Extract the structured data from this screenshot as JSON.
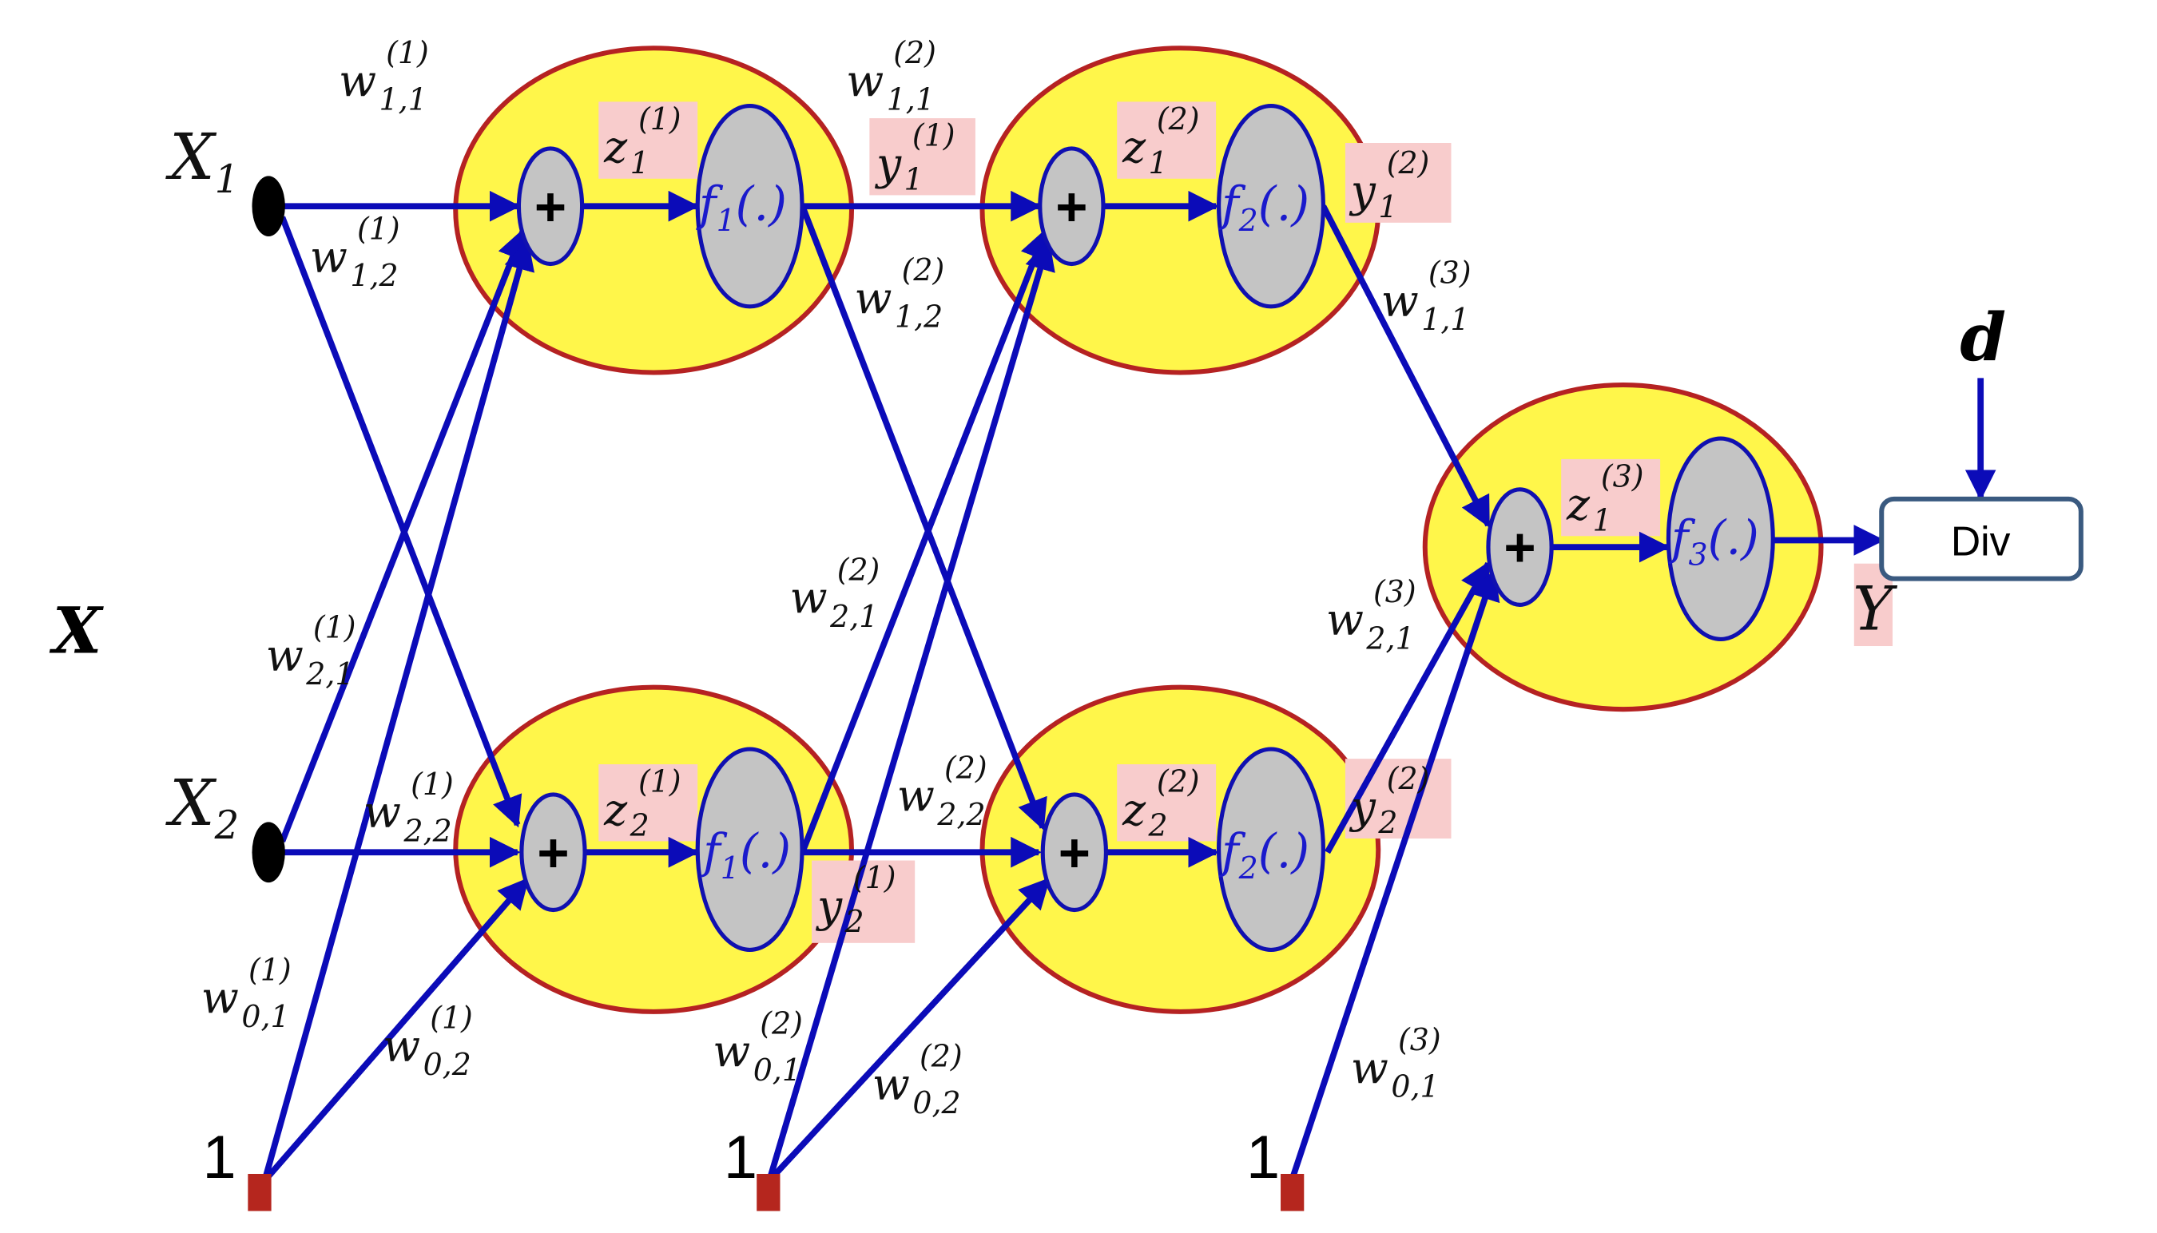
{
  "inputs": {
    "x_vector": "X",
    "x1": {
      "base": "X",
      "sub": "1"
    },
    "x2": {
      "base": "X",
      "sub": "2"
    },
    "bias1": "1",
    "bias2": "1",
    "bias3": "1"
  },
  "target": "d",
  "output": "Y",
  "div_box": "Div",
  "plus": "+",
  "colors": {
    "neuron_fill": "#fff64a",
    "neuron_border": "#b52222",
    "inner_fill": "#c4c4c4",
    "inner_border": "#1010b0",
    "edge": "#0b0bb8",
    "label_highlight": "#f8cccc",
    "bias_node": "#b5261e",
    "input_node": "#000000",
    "div_border": "#3a5a80"
  },
  "neurons": {
    "n11": {
      "z": {
        "sub": "1",
        "sup": "(1)"
      },
      "f": {
        "sub": "1"
      },
      "y": {
        "sub": "1",
        "sup": "(1)"
      }
    },
    "n12": {
      "z": {
        "sub": "2",
        "sup": "(1)"
      },
      "f": {
        "sub": "1"
      },
      "y": {
        "sub": "2",
        "sup": "(1)"
      }
    },
    "n21": {
      "z": {
        "sub": "1",
        "sup": "(2)"
      },
      "f": {
        "sub": "2"
      },
      "y": {
        "sub": "1",
        "sup": "(2)"
      }
    },
    "n22": {
      "z": {
        "sub": "2",
        "sup": "(2)"
      },
      "f": {
        "sub": "2"
      },
      "y": {
        "sub": "2",
        "sup": "(2)"
      }
    },
    "n31": {
      "z": {
        "sub": "1",
        "sup": "(3)"
      },
      "f": {
        "sub": "3"
      }
    }
  },
  "function_text": {
    "base": "f",
    "args": "(.)"
  },
  "z_base": "z",
  "y_base": "y",
  "weights": {
    "w1_11": {
      "base": "w",
      "sub": "1,1",
      "sup": "(1)"
    },
    "w1_12": {
      "base": "w",
      "sub": "1,2",
      "sup": "(1)"
    },
    "w1_21": {
      "base": "w",
      "sub": "2,1",
      "sup": "(1)"
    },
    "w1_22": {
      "base": "w",
      "sub": "2,2",
      "sup": "(1)"
    },
    "w1_01": {
      "base": "w",
      "sub": "0,1",
      "sup": "(1)"
    },
    "w1_02": {
      "base": "w",
      "sub": "0,2",
      "sup": "(1)"
    },
    "w2_11": {
      "base": "w",
      "sub": "1,1",
      "sup": "(2)"
    },
    "w2_12": {
      "base": "w",
      "sub": "1,2",
      "sup": "(2)"
    },
    "w2_21": {
      "base": "w",
      "sub": "2,1",
      "sup": "(2)"
    },
    "w2_22": {
      "base": "w",
      "sub": "2,2",
      "sup": "(2)"
    },
    "w2_01": {
      "base": "w",
      "sub": "0,1",
      "sup": "(2)"
    },
    "w2_02": {
      "base": "w",
      "sub": "0,2",
      "sup": "(2)"
    },
    "w3_11": {
      "base": "w",
      "sub": "1,1",
      "sup": "(3)"
    },
    "w3_21": {
      "base": "w",
      "sub": "2,1",
      "sup": "(3)"
    },
    "w3_01": {
      "base": "w",
      "sub": "0,1",
      "sup": "(3)"
    }
  }
}
